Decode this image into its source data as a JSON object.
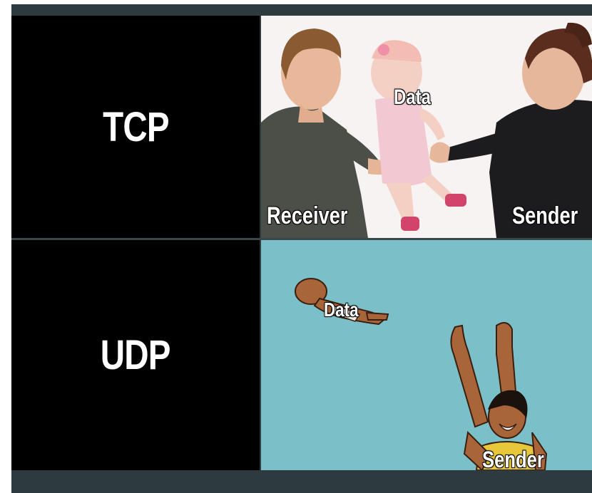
{
  "panels": {
    "tcp": {
      "protocol_label": "TCP",
      "captions": {
        "data": "Data",
        "receiver": "Receiver",
        "sender": "Sender"
      }
    },
    "udp": {
      "protocol_label": "UDP",
      "captions": {
        "data": "Data",
        "sender": "Sender"
      }
    }
  },
  "colors": {
    "frame": "#2d3a3e",
    "label_background": "#000000",
    "tcp_background": "#f6f3f2",
    "udp_background": "#7bbfc9"
  }
}
